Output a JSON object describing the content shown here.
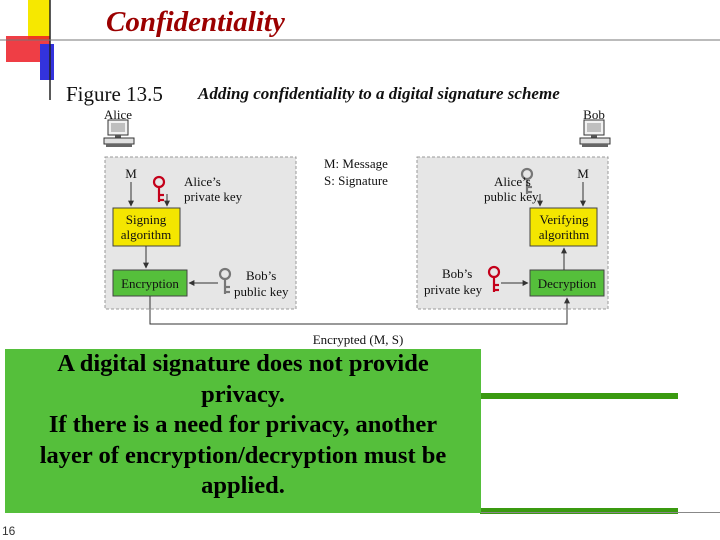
{
  "title": "Confidentiality",
  "figure": {
    "number": "Figure 13.5",
    "caption": "Adding confidentiality to a digital signature scheme"
  },
  "diagram": {
    "alice": "Alice",
    "bob": "Bob",
    "m_left": "M",
    "m_right": "M",
    "legend_line1": "M: Message",
    "legend_line2": "S: Signature",
    "alice_private_key_l1": "Alice’s",
    "alice_private_key_l2": "private key",
    "alice_public_key_l1": "Alice’s",
    "alice_public_key_l2": "public key",
    "bob_public_key_l1": "Bob’s",
    "bob_public_key_l2": "public key",
    "bob_private_key_l1": "Bob’s",
    "bob_private_key_l2": "private key",
    "signing_l1": "Signing",
    "signing_l2": "algorithm",
    "verifying_l1": "Verifying",
    "verifying_l2": "algorithm",
    "encryption": "Encryption",
    "decryption": "Decryption",
    "encrypted_label": "Encrypted (M, S)"
  },
  "callout": {
    "line1": "A digital signature does not provide",
    "line2": "privacy.",
    "line3": "If there is a need for privacy, another",
    "line4": "layer of encryption/decryption must be",
    "line5": "applied."
  },
  "slide_number": "16",
  "colors": {
    "title": "#9b0000",
    "box_yellow": "#f4e600",
    "box_green": "#55bf3b",
    "key_red": "#c4001a",
    "panel_gray": "#e6e6e6",
    "deco_blue": "#3333dd",
    "deco_yellow": "#f6e800",
    "deco_red": "#ec1c24",
    "bar_green": "#3a9a10"
  }
}
